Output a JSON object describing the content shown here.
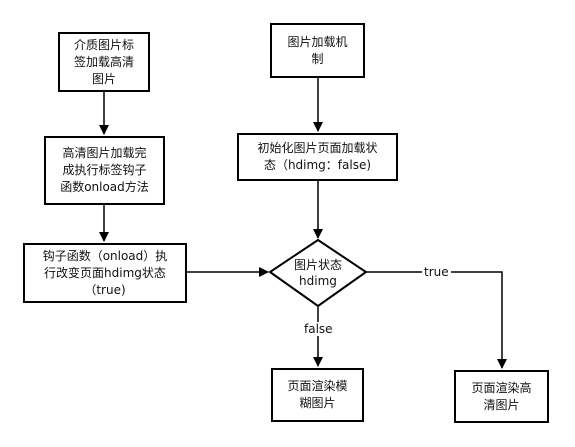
{
  "nodes": {
    "n1": "介质图片标\n签加载高清\n图片",
    "n2": "高清图片加载完\n成执行标签钩子\n函数onload方法",
    "n3": "钩子函数（onload）执\n行改变页面hdimg状态\n（true)",
    "n4": "图片加载机\n制",
    "n5": "初始化图片页面加载状\n态（hdimg：false)",
    "decision": "图片状态\nhdimg",
    "n6": "页面渲染模\n糊图片",
    "n7": "页面渲染高\n清图片"
  },
  "edges": {
    "false_label": "false",
    "true_label": "true"
  }
}
